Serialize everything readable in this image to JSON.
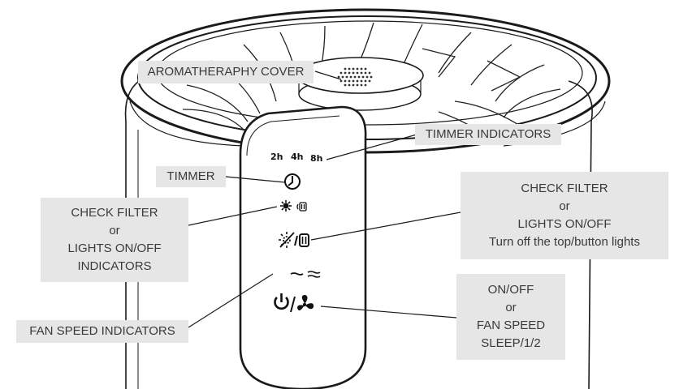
{
  "labels": {
    "aroma": "AROMATHERAPHY COVER",
    "timer_ind": "TIMMER INDICATORS",
    "timer": "TIMMER",
    "check_filter_ind": [
      "CHECK FILTER",
      "or",
      "LIGHTS ON/OFF",
      "INDICATORS"
    ],
    "check_filter_btn": [
      "CHECK FILTER",
      "or",
      "LIGHTS ON/OFF",
      "Turn off the top/button lights"
    ],
    "fan_speed_ind": "FAN SPEED INDICATORS",
    "onoff": [
      "ON/OFF",
      "or",
      "FAN SPEED",
      "SLEEP/1/2"
    ]
  },
  "panel": {
    "timer_hours": [
      "2h",
      "4h",
      "8h"
    ]
  },
  "icons": [
    "clock-icon",
    "sun-icon",
    "filter-icon",
    "light-toggle-icon",
    "moon-icon",
    "low-speed-icon",
    "high-speed-icon",
    "power-icon",
    "fan-icon"
  ]
}
